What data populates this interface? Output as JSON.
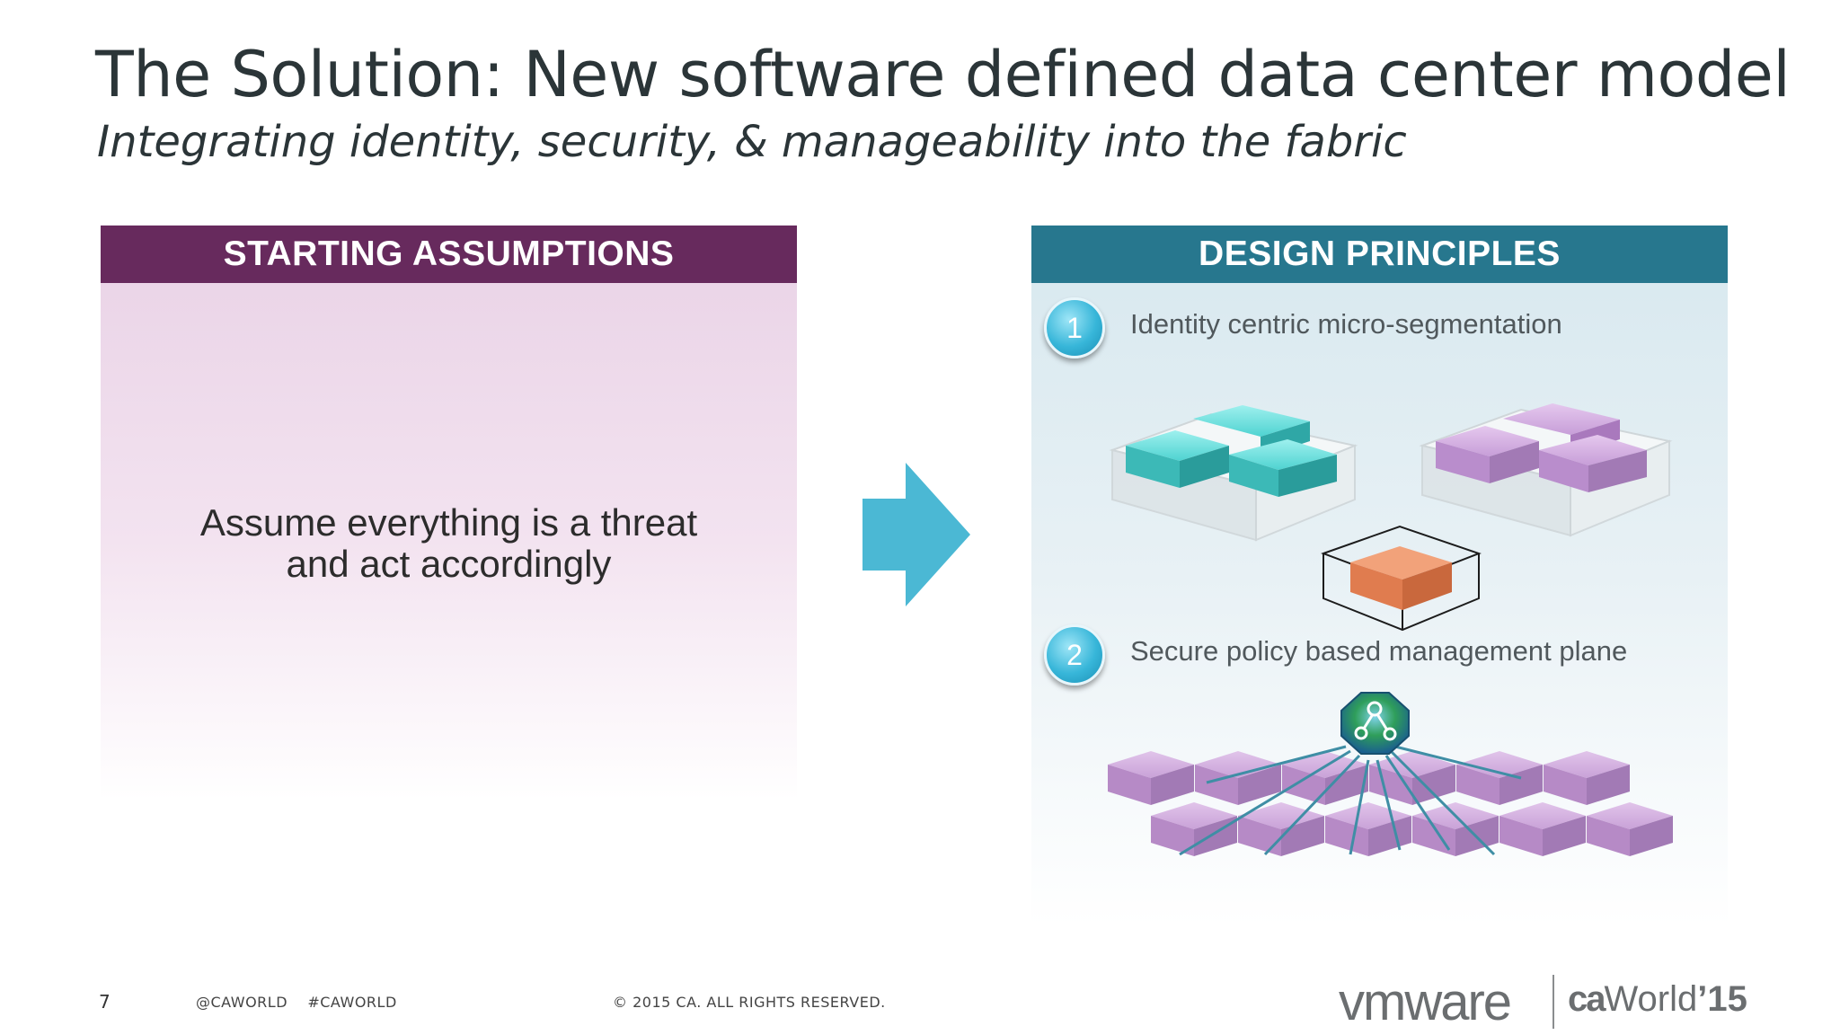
{
  "slide": {
    "title": "The Solution: New software defined data center model",
    "subtitle": "Integrating identity, security, & manageability into the fabric"
  },
  "left_panel": {
    "header": "STARTING ASSUMPTIONS",
    "line1": "Assume everything is a threat",
    "line2": "and act accordingly",
    "header_color": "#672a5d"
  },
  "right_panel": {
    "header": "DESIGN PRINCIPLES",
    "header_color": "#27778e",
    "principles": [
      {
        "number": "1",
        "text": "Identity centric micro-segmentation"
      },
      {
        "number": "2",
        "text": "Secure policy based management plane"
      }
    ]
  },
  "arrow": {
    "color": "#4bb8d4",
    "icon": "right-arrow-icon"
  },
  "footer": {
    "page_number": "7",
    "handles": "@CAWORLD    #CAWORLD",
    "copyright": "© 2015 CA. ALL RIGHTS RESERVED.",
    "logo_vmware": "vmware",
    "logo_ca": "ca",
    "logo_world": "World",
    "logo_year": "’15"
  }
}
